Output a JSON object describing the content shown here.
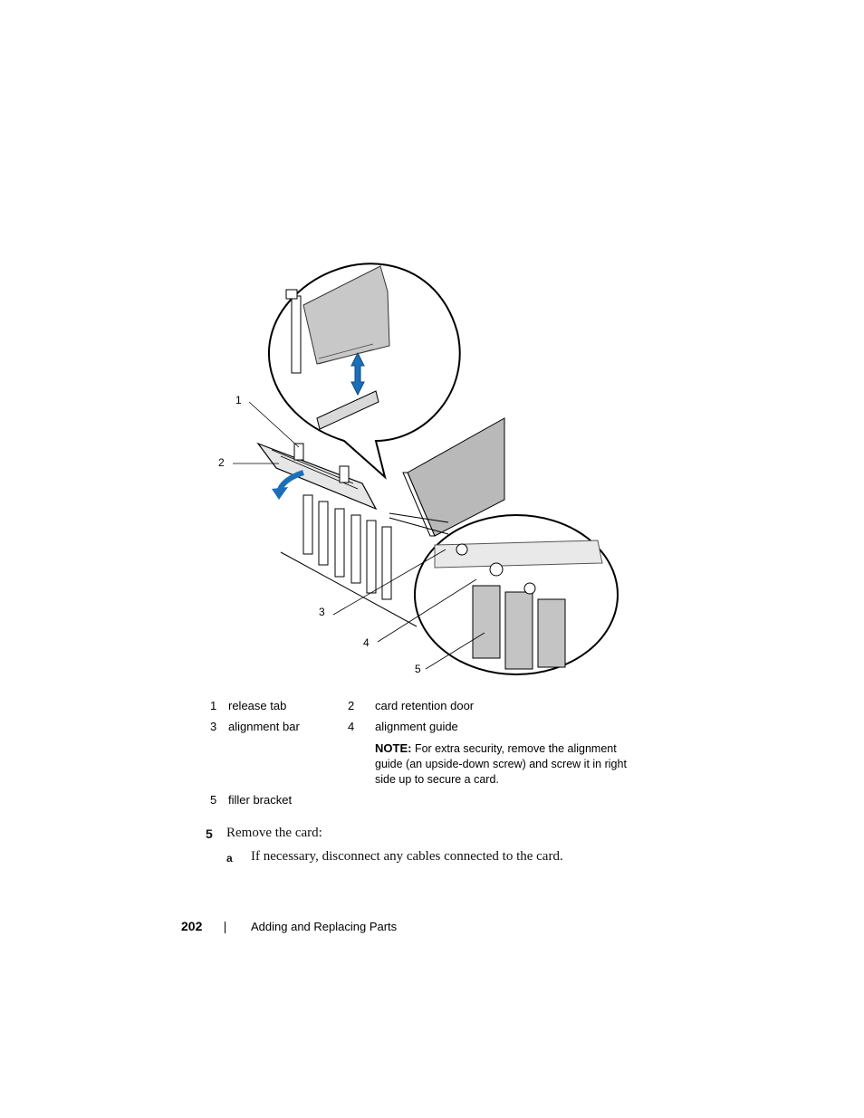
{
  "figure": {
    "callouts": [
      "1",
      "2",
      "3",
      "4",
      "5"
    ]
  },
  "legend": {
    "rows": [
      {
        "num": "1",
        "text": "release tab",
        "num2": "2",
        "text2": "card retention door"
      },
      {
        "num": "3",
        "text": "alignment bar",
        "num2": "4",
        "text2": "alignment guide"
      },
      {
        "num": "5",
        "text": "filler bracket"
      }
    ],
    "note_label": "NOTE:",
    "note_text": "For extra security, remove the alignment guide (an upside-down screw) and screw it in right side up to secure a card."
  },
  "step": {
    "num": "5",
    "text": "Remove the card:"
  },
  "substep": {
    "num": "a",
    "text": "If necessary, disconnect any cables connected to the card."
  },
  "footer": {
    "page_number": "202",
    "section": "Adding and Replacing Parts"
  },
  "colors": {
    "arrow_blue": "#1b6fb8",
    "line": "#000000",
    "panel_gray": "#b9b9b9"
  }
}
